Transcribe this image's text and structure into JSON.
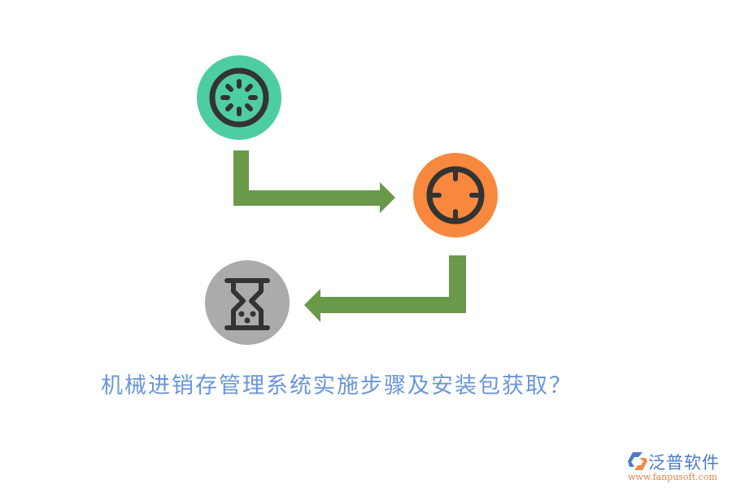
{
  "diagram": {
    "steps": [
      {
        "icon": "loading-spinner-icon",
        "color": "#4ECDA4"
      },
      {
        "icon": "crosshair-target-icon",
        "color": "#F7883E"
      },
      {
        "icon": "hourglass-icon",
        "color": "#ABABAB"
      }
    ],
    "arrow_color": "#6A994A",
    "icon_stroke_color": "#333333"
  },
  "title": "机械进销存管理系统实施步骤及安装包获取？",
  "logo": {
    "name": "泛普软件",
    "url": "www.fanpusoft.com"
  }
}
